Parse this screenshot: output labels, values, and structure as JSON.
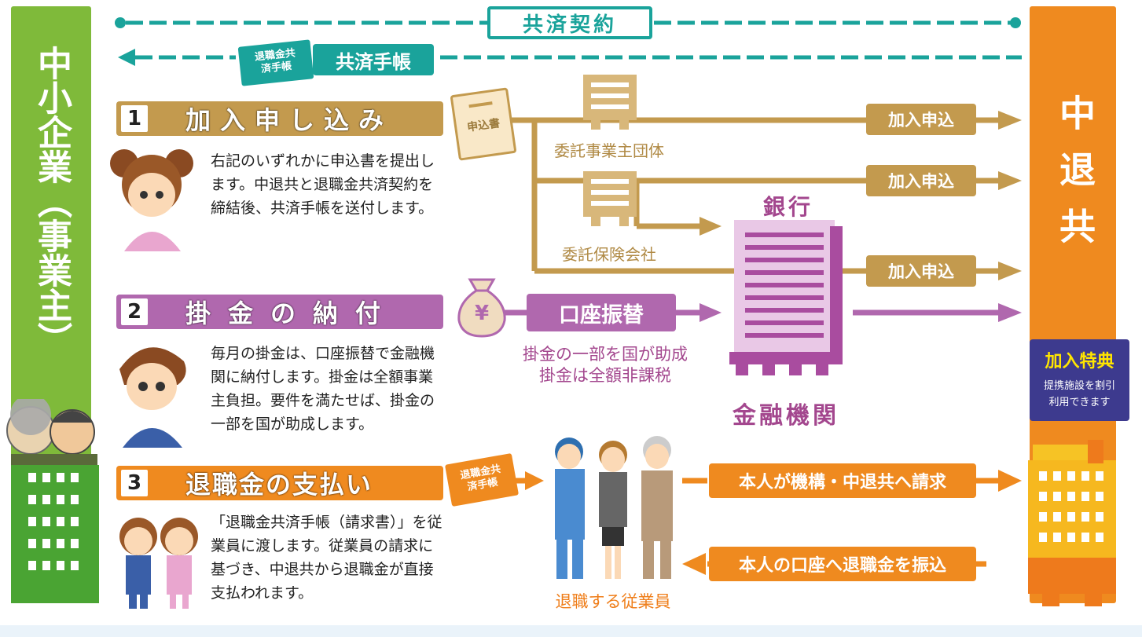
{
  "left_party": {
    "label": "中小企業（事業主）"
  },
  "right_party": {
    "label": "中退共"
  },
  "top": {
    "contract_label": "共済契約",
    "passbook_label": "共済手帳",
    "passbook_card_text": "退職金共済手帳"
  },
  "step1": {
    "number": "1",
    "title": "加入申し込み",
    "description": "右記のいずれかに申込書を提出します。中退共と退職金共済契約を締結後、共済手帳を送付します。",
    "form_label": "申込書",
    "org1_label": "委託事業主団体",
    "org2_label": "委託保険会社",
    "apply_labels": [
      "加入申込",
      "加入申込",
      "加入申込"
    ]
  },
  "step2": {
    "number": "2",
    "title": "掛金の納付",
    "description": "毎月の掛金は、口座振替で金融機関に納付します。掛金は全額事業主負担。要件を満たせば、掛金の一部を国が助成します。",
    "transfer_label": "口座振替",
    "note_line1": "掛金の一部を国が助成",
    "note_line2": "掛金は全額非課税",
    "yen_symbol": "¥"
  },
  "bank": {
    "top_label": "銀行",
    "bottom_label": "金融機関"
  },
  "benefit": {
    "title": "加入特典",
    "line1": "提携施設を割引",
    "line2": "利用できます"
  },
  "step3": {
    "number": "3",
    "title": "退職金の支払い",
    "description": "「退職金共済手帳（請求書）」を従業員に渡します。従業員の請求に基づき、中退共から退職金が直接支払われます。",
    "passbook_card_text": "退職金共済手帳",
    "employees_label": "退職する従業員",
    "claim_label": "本人が機構・中退共へ請求",
    "payment_label": "本人の口座へ退職金を振込"
  },
  "colors": {
    "green": "#7fba3a",
    "orange": "#ef8a1f",
    "gold": "#c39a4e",
    "purple": "#b068ae",
    "teal": "#1aa39b",
    "navy": "#3d3a8e"
  }
}
